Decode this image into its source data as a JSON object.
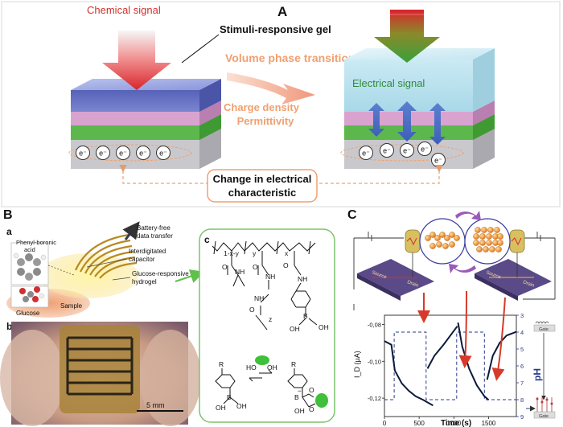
{
  "panel_a": {
    "label": "A",
    "chemical_signal": "Chemical signal",
    "gel_label": "Stimuli-responsive gel",
    "volume_transition": "Volume phase transition",
    "electrical_signal": "Electrical signal",
    "charge_density": "Charge density",
    "permittivity": "Permittivity",
    "change_line1": "Change in electrical",
    "change_line2": "characteristic",
    "electron": "e⁻"
  },
  "panel_b": {
    "label": "B",
    "sub_a": "a",
    "sub_b": "b",
    "sub_c": "c",
    "phenyl_line1": "Phenyl-boronic",
    "phenyl_line2": "acid",
    "glucose": "Glucose",
    "sample": "Sample",
    "battery_line1": "Battery-free",
    "battery_line2": "data transfer",
    "interdig_line1": "Interdigitated",
    "interdig_line2": "capacitor",
    "hydrogel_line1": "Glucose-responsive",
    "hydrogel_line2": "hydrogel",
    "scale": "5 mm",
    "chem": {
      "sub_1xy": "1-x-y",
      "sub_y": "y",
      "sub_x": "x",
      "sub_z": "z",
      "nh": "NH",
      "n": "N",
      "o": "O",
      "b": "B",
      "oh": "OH",
      "ho": "HO",
      "r": "R",
      "minus": "−"
    }
  },
  "panel_c": {
    "label": "C",
    "source": "Source",
    "drain": "Drain",
    "gate": "Gate",
    "xlabel": "Time (s)",
    "ylabel_left": "I_D (µA)",
    "ylabel_right": "pH",
    "x_ticks": [
      "0",
      "500",
      "1000",
      "1500"
    ],
    "y_left_ticks": [
      "-0,12",
      "-0,10",
      "-0,08"
    ],
    "y_right_ticks": [
      "3",
      "4",
      "5",
      "6",
      "7",
      "8",
      "9"
    ]
  },
  "colors": {
    "chemical_red": "#d0312d",
    "orange_text": "#f0a070",
    "electrical_green": "#2e8b3a",
    "gel_blue": "#6a74c8",
    "gel_teal": "#b8e4ef",
    "pink_layer": "#d9a3d0",
    "green_layer": "#5cb84c",
    "base_gray": "#c8c8cc",
    "box_green": "#7cc46a",
    "plot_curve": "#0b1a3a",
    "plot_dashed": "#2a3a8a",
    "red_arrow": "#d63a2a"
  },
  "icons": [
    "arrow-down-icon",
    "curved-arrow-icon",
    "double-arrow-icon",
    "cycle-arrow-icon"
  ]
}
